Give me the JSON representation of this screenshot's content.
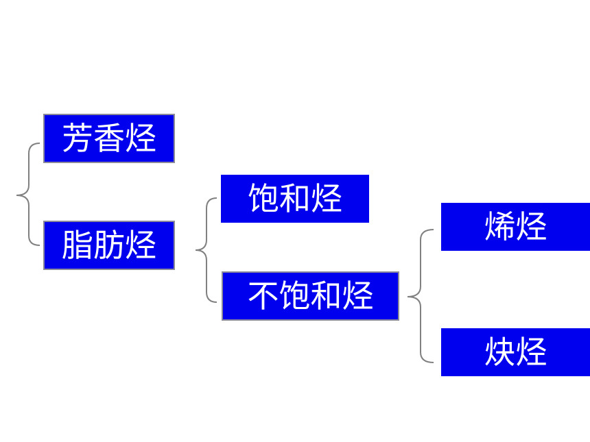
{
  "nodes": {
    "aromatic": "芳香烃",
    "aliphatic": "脂肪烃",
    "saturated": "饱和烃",
    "unsaturated": "不饱和烃",
    "alkene": "烯烃",
    "alkyne": "炔烃"
  },
  "colors": {
    "box_fill": "#0000ee",
    "box_text": "#ffffff",
    "bracket": "#808080"
  }
}
